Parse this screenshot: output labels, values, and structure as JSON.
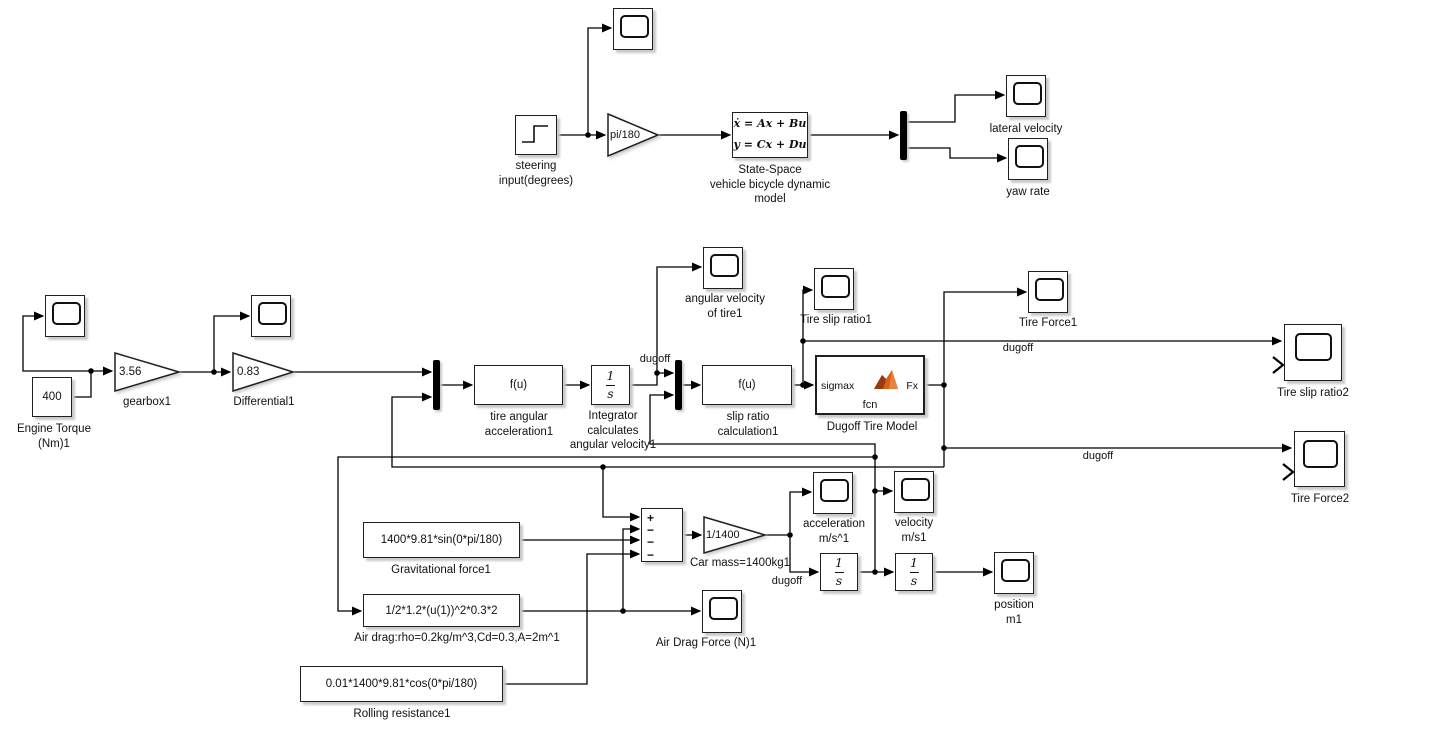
{
  "blocks": {
    "steering_input": {
      "label": [
        "steering",
        "input(degrees)"
      ]
    },
    "gain_deg2rad": {
      "value": "pi/180"
    },
    "state_space": {
      "eq": [
        "ẋ = Ax + Bu",
        "y = Cx + Du"
      ],
      "label": [
        "State-Space",
        "vehicle bicycle dynamic",
        "model"
      ]
    },
    "scope_lateral_velocity": {
      "label": "lateral velocity"
    },
    "scope_yaw_rate": {
      "label": "yaw rate"
    },
    "engine_torque": {
      "value": "400",
      "label": [
        "Engine Torque",
        "(Nm)1"
      ]
    },
    "gain_gearbox": {
      "value": "3.56",
      "label": "gearbox1"
    },
    "gain_differential": {
      "value": "0.83",
      "label": "Differential1"
    },
    "fcn_tire_angular_acceleration": {
      "value": "f(u)",
      "label": [
        "tire angular",
        "acceleration1"
      ]
    },
    "integrator_angular_velocity": {
      "num": "1",
      "den": "s",
      "label": [
        "Integrator",
        "calculates",
        "angular velocity1"
      ]
    },
    "scope_angular_velocity_tire": {
      "label": [
        "angular velocity",
        "of tire1"
      ]
    },
    "fcn_slip_ratio": {
      "value": "f(u)",
      "label": [
        "slip ratio",
        "calculation1"
      ]
    },
    "scope_tire_slip_ratio1": {
      "label": "Tire slip ratio1"
    },
    "dugoff_tire_model": {
      "port_in": "sigmax",
      "port_out": "Fx",
      "fcn": "fcn",
      "label": "Dugoff Tire Model"
    },
    "scope_tire_force1": {
      "label": "Tire Force1"
    },
    "scope_tire_slip_ratio2": {
      "label": "Tire slip ratio2"
    },
    "scope_tire_force2": {
      "label": "Tire Force2"
    },
    "const_gravitational": {
      "value": "1400*9.81*sin(0*pi/180)",
      "label": "Gravitational force1"
    },
    "fcn_air_drag": {
      "value": "1/2*1.2*(u(1))^2*0.3*2",
      "label": "Air drag:rho=0.2kg/m^3,Cd=0.3,A=2m^1"
    },
    "const_rolling": {
      "value": "0.01*1400*9.81*cos(0*pi/180)",
      "label": "Rolling resistance1"
    },
    "sum": {
      "signs": [
        "+",
        "−",
        "−",
        "−"
      ]
    },
    "gain_car_mass": {
      "value": "1/1400",
      "label": "Car mass=1400kg1"
    },
    "scope_acceleration": {
      "label": [
        "acceleration",
        "m/s^1"
      ]
    },
    "scope_velocity": {
      "label": [
        "velocity",
        "m/s1"
      ]
    },
    "integrator_velocity": {
      "num": "1",
      "den": "s"
    },
    "integrator_position": {
      "num": "1",
      "den": "s"
    },
    "scope_air_drag_force": {
      "label": "Air Drag Force (N)1"
    },
    "scope_position": {
      "label": [
        "position",
        "m1"
      ]
    }
  },
  "signals": {
    "a": "dugoff",
    "b": "dugoff",
    "c": "dugoff",
    "d": "dugoff"
  }
}
